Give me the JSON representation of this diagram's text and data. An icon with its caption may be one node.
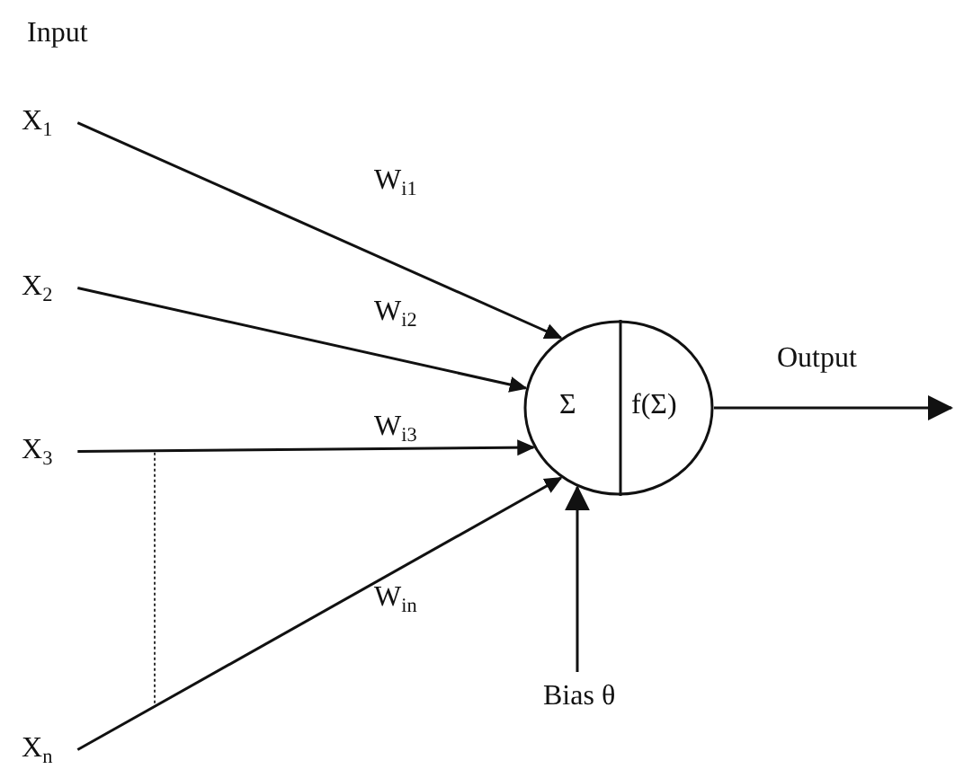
{
  "diagram": {
    "nodes": [
      {
        "text": [
          "X$_{1}$"
        ]
      },
      {
        "text": [
          "X$_{2}$"
        ]
      },
      {
        "text": [
          "X$_{3}$"
        ]
      },
      {
        "text": [
          "X$_{n}$"
        ]
      },
      {
        "text": [
          "Σ",
          "f(Σ)"
        ]
      },
      {
        "text": [
          "Bias θ"
        ]
      }
    ],
    "edges": [
      {
        "from": 0,
        "to": 4,
        "arrow": "to",
        "label": "W$_{i1}$"
      },
      {
        "from": 1,
        "to": 4,
        "arrow": "to",
        "label": "W$_{i2}$"
      },
      {
        "from": 2,
        "to": 4,
        "arrow": "to",
        "label": "W$_{i3}$"
      },
      {
        "from": 3,
        "to": 4,
        "arrow": "to",
        "label": "W$_{in}$"
      },
      {
        "from": 5,
        "to": 4,
        "arrow": "to"
      },
      {
        "from": 4,
        "to": null,
        "arrow": "to",
        "label": "Output"
      }
    ],
    "labels": [
      "Input"
    ]
  }
}
